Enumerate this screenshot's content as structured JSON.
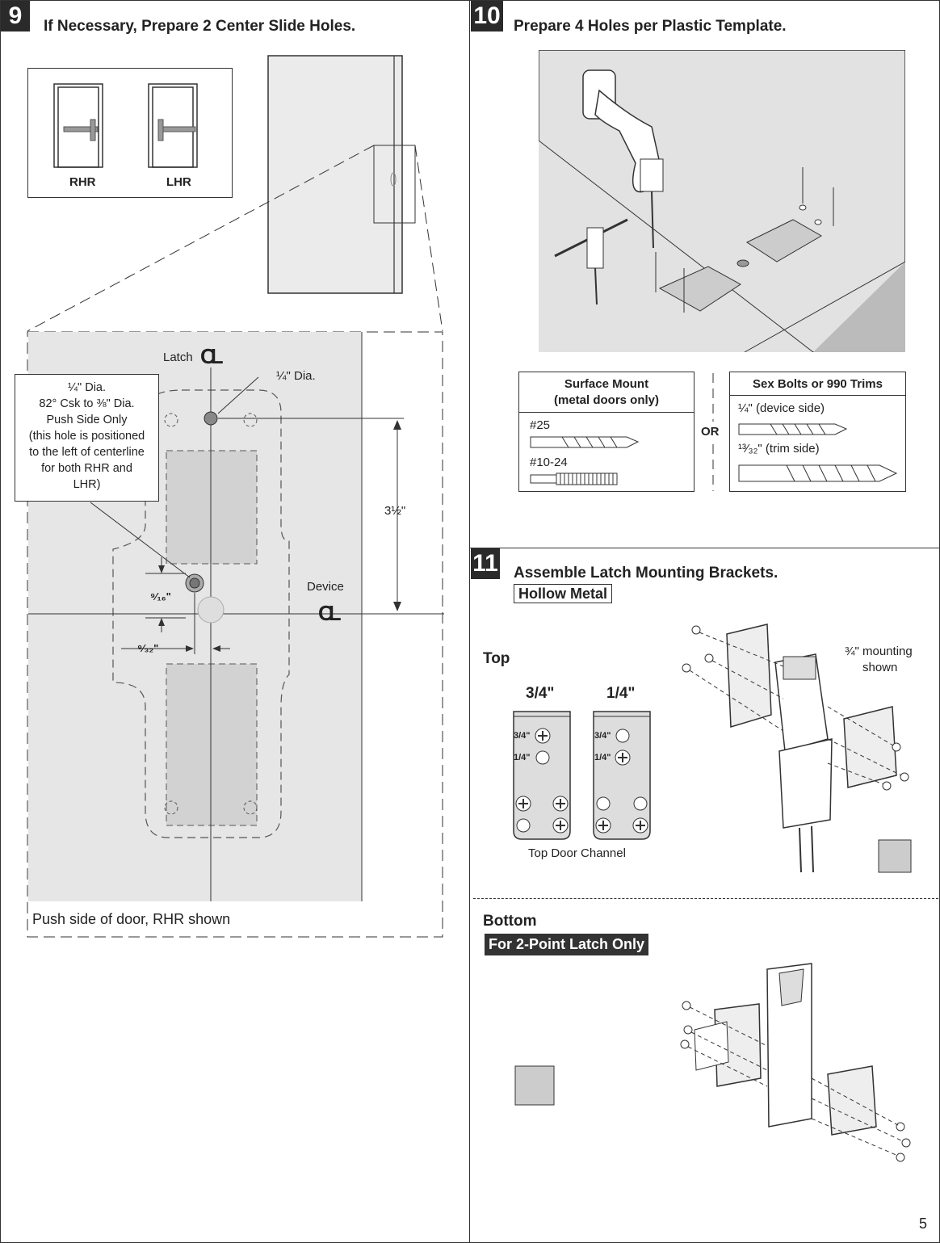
{
  "step9": {
    "number": "9",
    "title": "If Necessary, Prepare 2 Center Slide Holes.",
    "handing": [
      "RHR",
      "LHR"
    ],
    "latch_label": "Latch",
    "device_label": "Device",
    "cl_symbol": "CL",
    "quarter_dia": "¼\" Dia.",
    "callout_lines": [
      "¼\" Dia.",
      "82° Csk to ⅜\" Dia.",
      "Push Side Only",
      "(this hole is positioned",
      "to the left of centerline",
      "for both RHR and",
      "LHR)"
    ],
    "dim_vertical": "3½\"",
    "dim_small_a": "⁹⁄₁₆\"",
    "dim_small_b": "⁹⁄₃₂\"",
    "caption": "Push side of door, RHR shown"
  },
  "step10": {
    "number": "10",
    "title": "Prepare 4 Holes per Plastic Template.",
    "surface": {
      "head1": "Surface Mount",
      "head2": "(metal doors only)",
      "drill": "#25",
      "tap": "#10-24"
    },
    "or_label": "OR",
    "sex": {
      "head": "Sex Bolts or 990 Trims",
      "device": "¼\" (device side)",
      "trim": "¹³⁄₃₂\" (trim side)"
    }
  },
  "step11": {
    "number": "11",
    "title": "Assemble Latch Mounting Brackets.",
    "tag": "Hollow Metal",
    "top_label": "Top",
    "col_a": "3/4\"",
    "col_b": "1/4\"",
    "hole_a": "3/4\"",
    "hole_b": "1/4\"",
    "channel_caption": "Top Door Channel",
    "mounting_note_1": "¾\" mounting",
    "mounting_note_2": "shown",
    "bottom_label": "Bottom",
    "bottom_tag": "For 2-Point Latch Only"
  },
  "page_number": "5"
}
